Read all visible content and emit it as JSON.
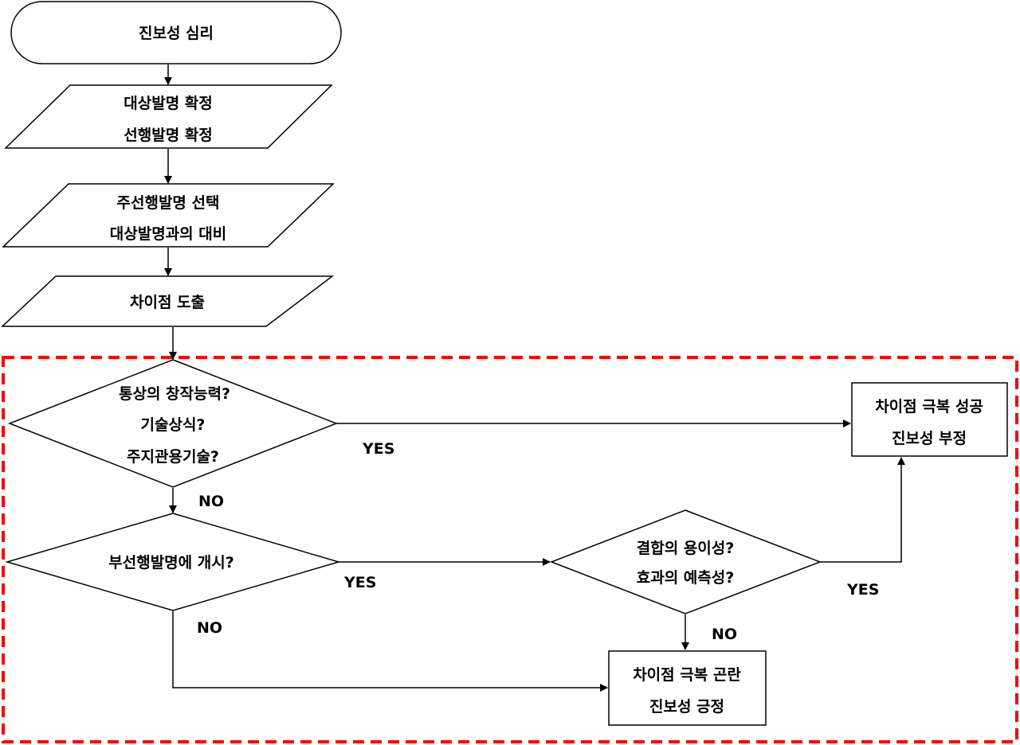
{
  "colors": {
    "highlight_border": "#ff0000",
    "line": "#000000",
    "background": "#ffffff"
  },
  "nodes": {
    "start": [
      "진보성 심리"
    ],
    "identify": [
      "대상발명 확정",
      "선행발명  확정"
    ],
    "select": [
      "주선행발명 선택",
      "대상발명과의 대비"
    ],
    "derive": [
      "차이점 도출"
    ],
    "decision1": [
      "통상의 창작능력?",
      "기술상식?",
      "주지관용기술?"
    ],
    "decision2": [
      "부선행발명에 개시?"
    ],
    "decision3": [
      "결합의 용이성?",
      "효과의 예측성?"
    ],
    "result_success": [
      "차이점 극복 성공",
      "진보성 부정"
    ],
    "result_difficult": [
      "차이점 극복 곤란",
      "진보성 긍정"
    ]
  },
  "edge_labels": {
    "d1_yes": "YES",
    "d1_no": "NO",
    "d2_yes": "YES",
    "d2_no": "NO",
    "d3_yes": "YES",
    "d3_no": "NO"
  }
}
